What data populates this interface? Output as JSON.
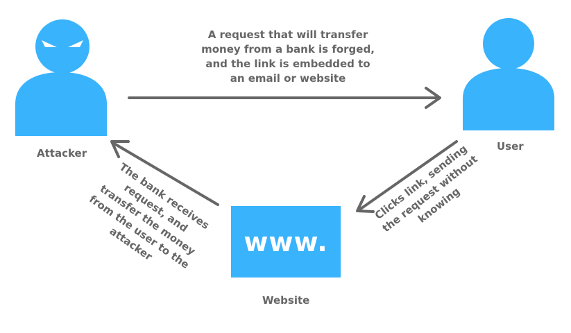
{
  "nodes": {
    "attacker": {
      "label": "Attacker",
      "icon": "masked-attacker-icon"
    },
    "user": {
      "label": "User",
      "icon": "user-icon"
    },
    "website": {
      "label": "Website",
      "box_text": "www.",
      "icon": "website-box"
    }
  },
  "edges": {
    "attacker_to_user": "A request that will transfer\nmoney from a bank is forged,\nand the link is embedded to\nan email or website",
    "user_to_website": "Clicks link, sending\nthe request without\nknowing",
    "website_to_attacker": "The bank receives\nrequest, and\ntransfer the money\nfrom the user to the\nattacker"
  },
  "colors": {
    "figure": "#39b3fb",
    "arrow": "#666666",
    "text": "#666666"
  }
}
